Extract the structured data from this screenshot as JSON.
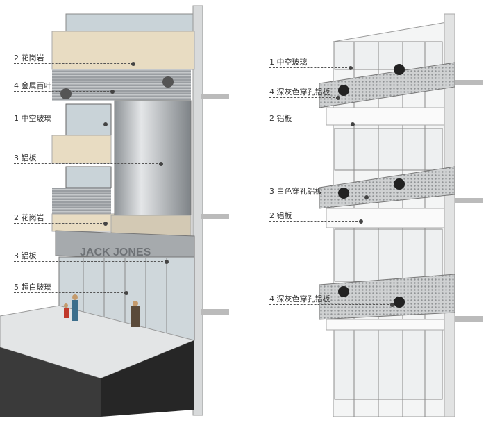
{
  "left_facade": {
    "sign_text": "JACK JONES",
    "labels": [
      {
        "num": "2",
        "text": "花岗岩"
      },
      {
        "num": "4",
        "text": "金属百叶"
      },
      {
        "num": "1",
        "text": "中空玻璃"
      },
      {
        "num": "3",
        "text": "铝板"
      },
      {
        "num": "2",
        "text": "花岗岩"
      },
      {
        "num": "3",
        "text": "铝板"
      },
      {
        "num": "5",
        "text": "超白玻璃"
      }
    ]
  },
  "right_facade": {
    "labels": [
      {
        "num": "1",
        "text": "中空玻璃"
      },
      {
        "num": "4",
        "text": "深灰色穿孔铝板"
      },
      {
        "num": "2",
        "text": "铝板"
      },
      {
        "num": "3",
        "text": "白色穿孔铝板"
      },
      {
        "num": "2",
        "text": "铝板"
      },
      {
        "num": "4",
        "text": "深灰色穿孔铝板"
      }
    ]
  },
  "colors": {
    "granite": "#e8dcc2",
    "glass": "#c9d3d8",
    "aluminum": "#b8bcbf",
    "leader": "#555555"
  }
}
